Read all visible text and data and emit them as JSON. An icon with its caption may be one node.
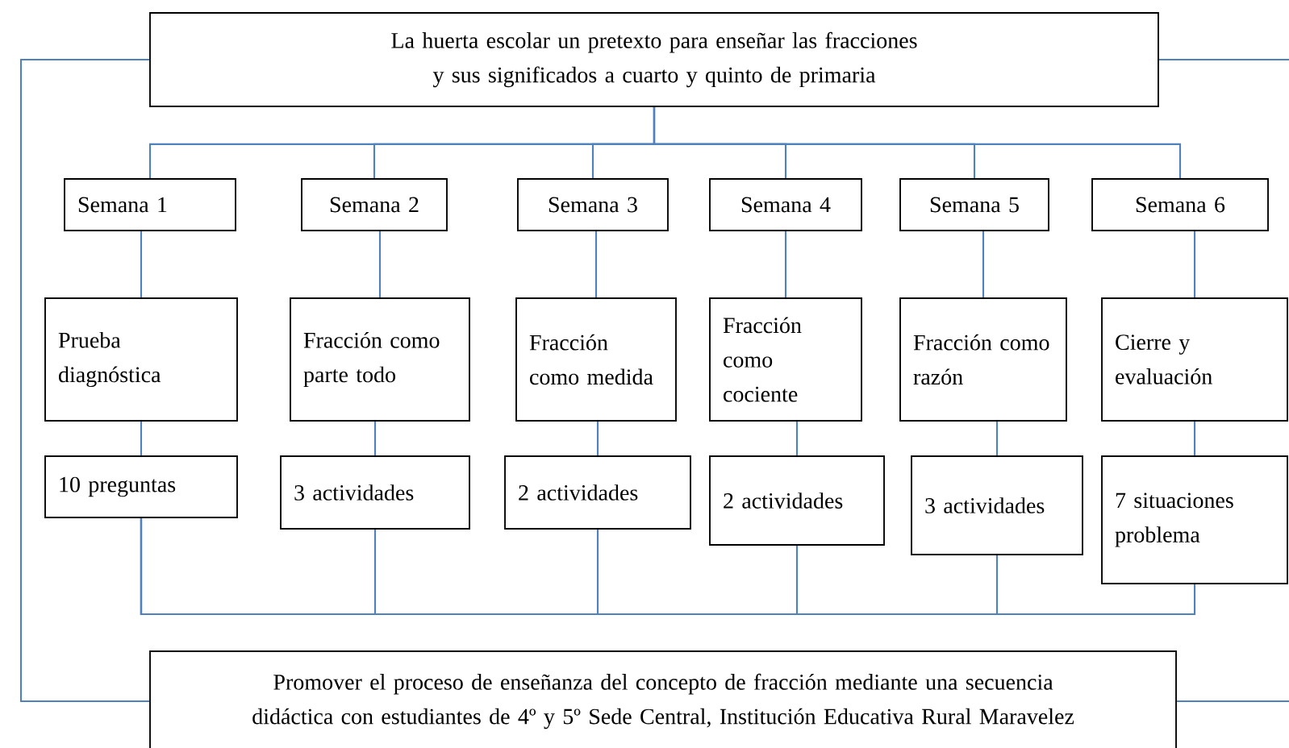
{
  "diagram": {
    "nodes": [
      {
        "text": [
          "La huerta escolar un pretexto para enseñar las fracciones y sus significados a cuarto y quinto de primaria"
        ]
      },
      {
        "text": [
          "Semana 1"
        ]
      },
      {
        "text": [
          "Semana 2"
        ]
      },
      {
        "text": [
          "Semana 3"
        ]
      },
      {
        "text": [
          "Semana 4"
        ]
      },
      {
        "text": [
          "Semana 5"
        ]
      },
      {
        "text": [
          "Semana 6"
        ]
      },
      {
        "text": [
          "Prueba diagnóstica"
        ]
      },
      {
        "text": [
          "Fracción como parte todo"
        ]
      },
      {
        "text": [
          "Fracción como medida"
        ]
      },
      {
        "text": [
          "Fracción como cociente"
        ]
      },
      {
        "text": [
          "Fracción como razón"
        ]
      },
      {
        "text": [
          "Cierre y evaluación"
        ]
      },
      {
        "text": [
          "10 preguntas"
        ]
      },
      {
        "text": [
          "3 actividades"
        ]
      },
      {
        "text": [
          "2 actividades"
        ]
      },
      {
        "text": [
          "2 actividades"
        ]
      },
      {
        "text": [
          "3 actividades"
        ]
      },
      {
        "text": [
          "7 situaciones problema"
        ]
      },
      {
        "text": [
          "Promover el proceso de enseñanza del concepto de fracción mediante una secuencia didáctica con estudiantes de 4º y 5º Sede Central, Institución Educativa Rural Maravelez"
        ]
      }
    ],
    "edges": [
      {
        "from": 0,
        "to": 1,
        "arrow": "none"
      },
      {
        "from": 0,
        "to": 2,
        "arrow": "none"
      },
      {
        "from": 0,
        "to": 3,
        "arrow": "none"
      },
      {
        "from": 0,
        "to": 4,
        "arrow": "none"
      },
      {
        "from": 0,
        "to": 5,
        "arrow": "none"
      },
      {
        "from": 0,
        "to": 6,
        "arrow": "none"
      },
      {
        "from": 1,
        "to": 7,
        "arrow": "none"
      },
      {
        "from": 2,
        "to": 8,
        "arrow": "none"
      },
      {
        "from": 3,
        "to": 9,
        "arrow": "none"
      },
      {
        "from": 4,
        "to": 10,
        "arrow": "none"
      },
      {
        "from": 5,
        "to": 11,
        "arrow": "none"
      },
      {
        "from": 6,
        "to": 12,
        "arrow": "none"
      },
      {
        "from": 7,
        "to": 13,
        "arrow": "none"
      },
      {
        "from": 8,
        "to": 14,
        "arrow": "none"
      },
      {
        "from": 9,
        "to": 15,
        "arrow": "none"
      },
      {
        "from": 10,
        "to": 16,
        "arrow": "none"
      },
      {
        "from": 11,
        "to": 17,
        "arrow": "none"
      },
      {
        "from": 12,
        "to": 18,
        "arrow": "none"
      },
      {
        "from": 13,
        "to": 14,
        "arrow": "none"
      },
      {
        "from": 13,
        "to": 15,
        "arrow": "none"
      },
      {
        "from": 13,
        "to": 16,
        "arrow": "none"
      },
      {
        "from": 13,
        "to": 17,
        "arrow": "none"
      },
      {
        "from": 13,
        "to": 18,
        "arrow": "none"
      },
      {
        "from": 0,
        "to": 19,
        "arrow": "none"
      },
      {
        "from": 0,
        "to": null,
        "arrow": "none"
      },
      {
        "from": 19,
        "to": null,
        "arrow": "none"
      }
    ]
  }
}
